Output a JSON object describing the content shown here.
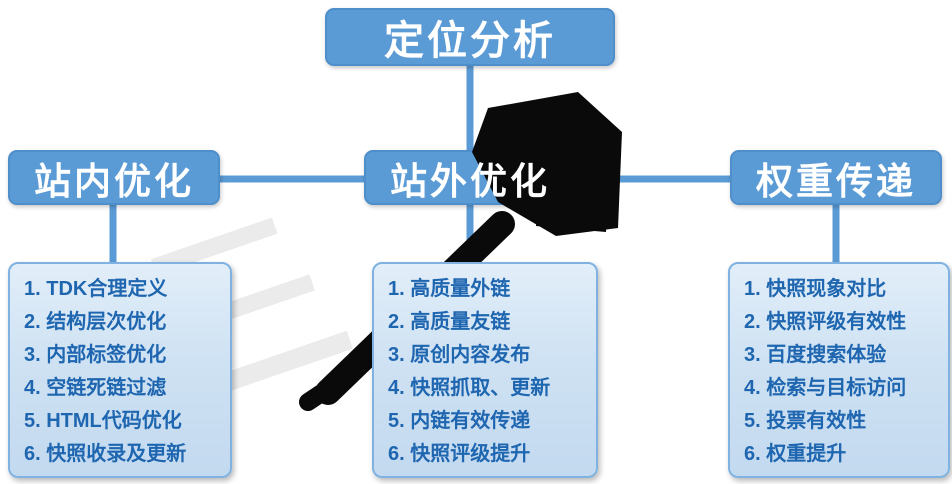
{
  "diagram": {
    "root": {
      "label": "定位分析"
    },
    "branches": [
      {
        "label": "站内优化",
        "items": [
          "1. TDK合理定义",
          "2. 结构层次优化",
          "3. 内部标签优化",
          "4. 空链死链过滤",
          "5. HTML代码优化",
          "6. 快照收录及更新"
        ]
      },
      {
        "label": "站外优化",
        "items": [
          "1. 高质量外链",
          "2. 高质量友链",
          "3. 原创内容发布",
          "4. 快照抓取、更新",
          "5. 内链有效传递",
          "6. 快照评级提升"
        ]
      },
      {
        "label": "权重传递",
        "items": [
          "1. 快照现象对比",
          "2. 快照评级有效性",
          "3. 百度搜索体验",
          "4. 检索与目标访问",
          "5. 投票有效性",
          "6. 权重提升"
        ]
      }
    ],
    "colors": {
      "node_blue": "#5b9bd5",
      "node_border": "#4d8ecb",
      "panel_border": "#7fb2e0",
      "panel_text": "#1f66b0",
      "connector": "#5b9bd5",
      "watermark_black": "#0a0a0a"
    }
  }
}
